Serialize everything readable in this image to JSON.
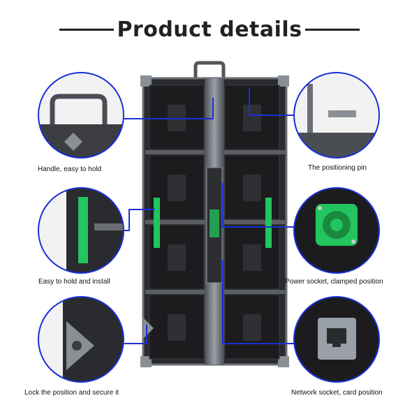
{
  "title": "Product details",
  "callouts": {
    "handle": "Handle, easy to hold",
    "positioning_pin": "The positioning pin",
    "hold_install": "Easy to hold and install",
    "power_socket": "Power socket, clamped position",
    "lock": "Lock the position and secure it",
    "network_socket": "Network socket, card position"
  },
  "colors": {
    "leader_line": "#1b2fd6",
    "accent_green": "#22c55e",
    "cabinet_dark": "#1c1c1f",
    "cabinet_frame": "#6b6f75"
  }
}
